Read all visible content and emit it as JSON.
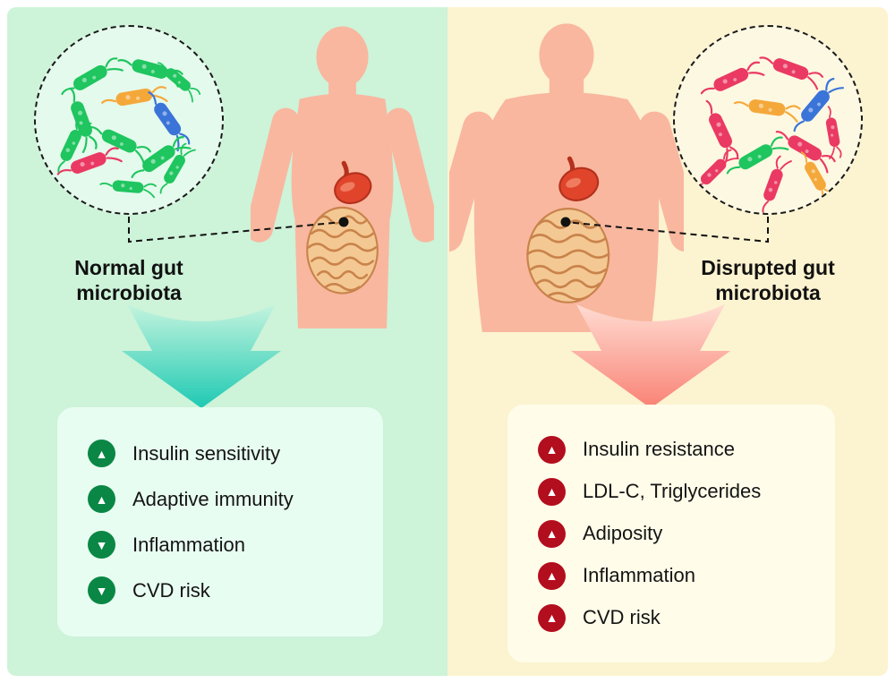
{
  "glyphs": {
    "up": "▲",
    "down": "▼"
  },
  "left": {
    "heading": "Normal gut microbiota",
    "person_icon": "lean-person-icon",
    "microbiota_icon": "normal-bacteria-cluster-icon",
    "bacteria_colors": [
      "#1fc55f",
      "#f5a83a",
      "#3a74d8",
      "#ea3a63"
    ],
    "outcomes": [
      {
        "direction": "increase",
        "label": "Insulin sensitivity"
      },
      {
        "direction": "increase",
        "label": "Adaptive immunity"
      },
      {
        "direction": "decrease",
        "label": "Inflammation"
      },
      {
        "direction": "decrease",
        "label": "CVD risk"
      }
    ],
    "colors": {
      "background": "#cdf3d9",
      "circle_fill": "#e4faec",
      "panel": "#e8fdf1",
      "badge": "#0a8745",
      "arrow_top": "#c4f4de",
      "arrow_bottom": "#1ec9b3"
    }
  },
  "right": {
    "heading": "Disrupted gut microbiota",
    "person_icon": "obese-person-icon",
    "microbiota_icon": "disrupted-bacteria-cluster-icon",
    "bacteria_colors": [
      "#ea3a63",
      "#f5a83a",
      "#1fc55f",
      "#3a74d8"
    ],
    "outcomes": [
      {
        "direction": "increase",
        "label": "Insulin resistance"
      },
      {
        "direction": "increase",
        "label": "LDL-C, Triglycerides"
      },
      {
        "direction": "increase",
        "label": "Adiposity"
      },
      {
        "direction": "increase",
        "label": "Inflammation"
      },
      {
        "direction": "increase",
        "label": "CVD risk"
      }
    ],
    "colors": {
      "background": "#fcf3d0",
      "circle_fill": "#fdf8e2",
      "panel": "#fffce9",
      "badge": "#b30e1e",
      "arrow_top": "#ffdcd2",
      "arrow_bottom": "#f98275"
    }
  }
}
